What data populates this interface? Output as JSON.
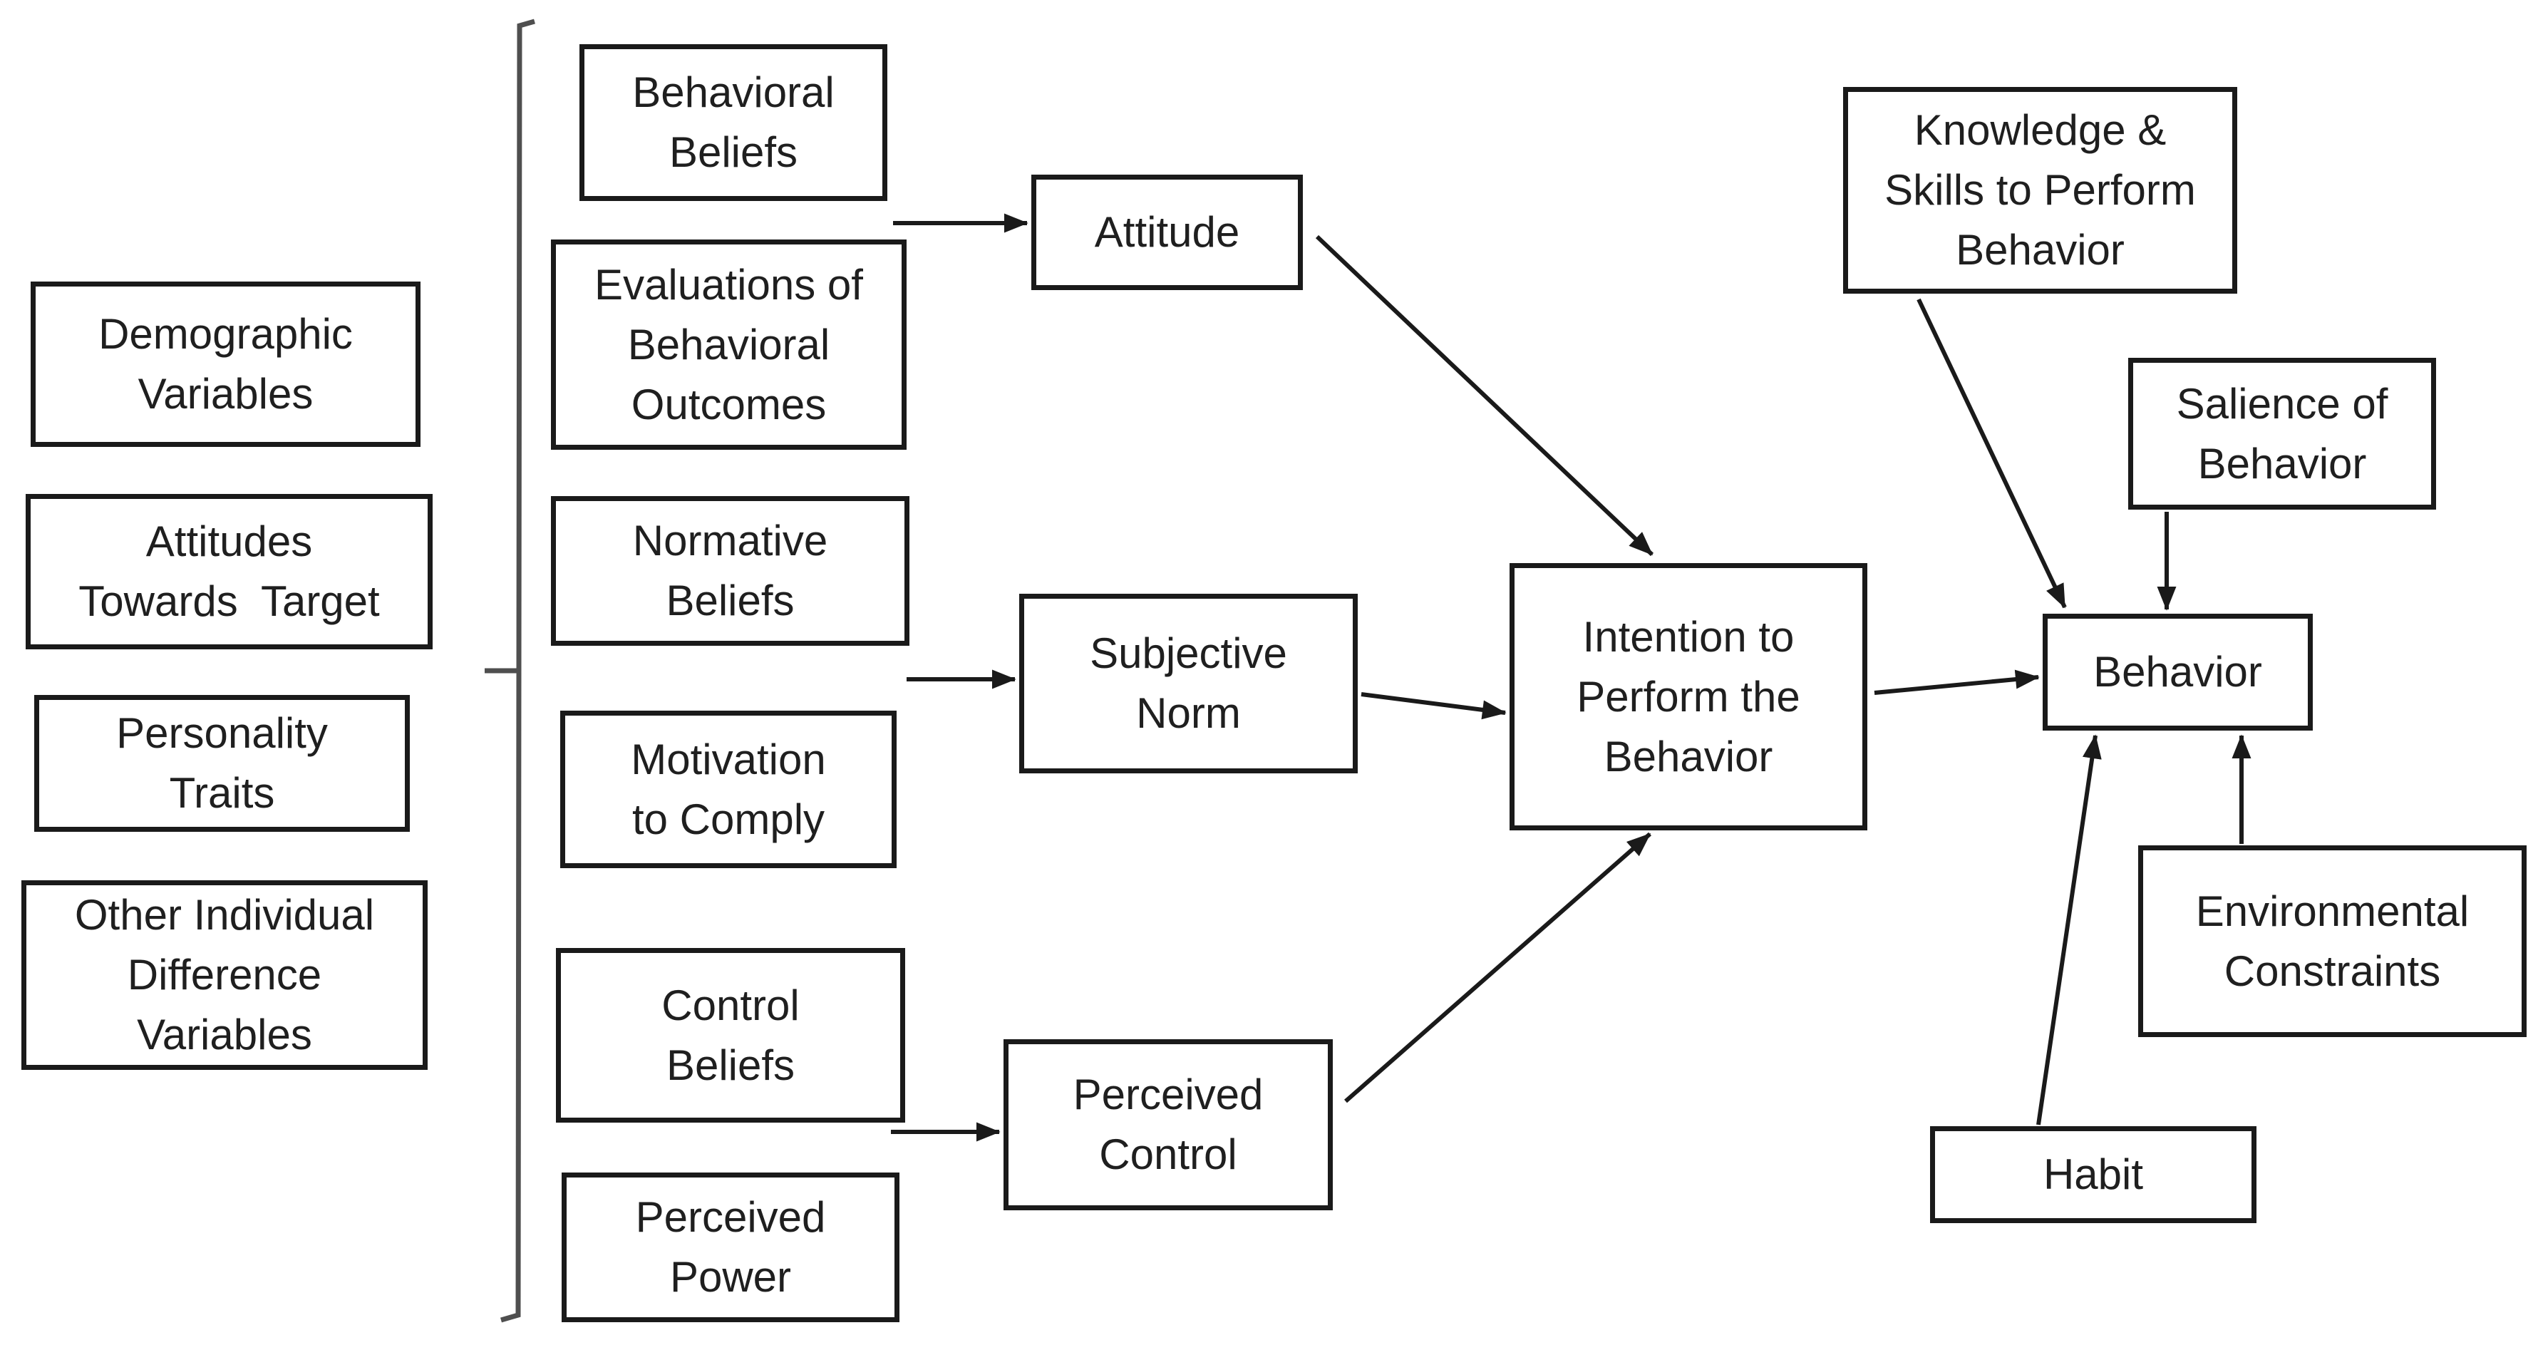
{
  "diagram": {
    "type": "flow-diagram",
    "background_color": "#ffffff",
    "box_border_color": "#1a1a1a",
    "arrow_color": "#1a1a1a",
    "bracket_color": "#4f4f4f",
    "nodes": {
      "demographic_variables": {
        "label": "Demographic\nVariables"
      },
      "attitudes_towards_target": {
        "label": "Attitudes\nTowards  Target"
      },
      "personality_traits": {
        "label": "Personality\nTraits"
      },
      "other_individual_difference_variables": {
        "label": "Other Individual\nDifference\nVariables"
      },
      "behavioral_beliefs": {
        "label": "Behavioral\nBeliefs"
      },
      "evaluations_of_behavioral_outcomes": {
        "label": "Evaluations of\nBehavioral\nOutcomes"
      },
      "normative_beliefs": {
        "label": "Normative\nBeliefs"
      },
      "motivation_to_comply": {
        "label": "Motivation\nto Comply"
      },
      "control_beliefs": {
        "label": "Control\nBeliefs"
      },
      "perceived_power": {
        "label": "Perceived\nPower"
      },
      "attitude": {
        "label": "Attitude"
      },
      "subjective_norm": {
        "label": "Subjective\nNorm"
      },
      "perceived_control": {
        "label": "Perceived\nControl"
      },
      "intention_to_perform_the_behavior": {
        "label": "Intention to\nPerform the\nBehavior"
      },
      "knowledge_and_skills_to_perform_behavior": {
        "label": "Knowledge &\nSkills to Perform\nBehavior"
      },
      "salience_of_behavior": {
        "label": "Salience of\nBehavior"
      },
      "behavior": {
        "label": "Behavior"
      },
      "environmental_constraints": {
        "label": "Environmental\nConstraints"
      },
      "habit": {
        "label": "Habit"
      }
    },
    "edges": [
      {
        "from": "behavioral_beliefs / evaluations_of_behavioral_outcomes",
        "to": "attitude"
      },
      {
        "from": "attitude",
        "to": "intention_to_perform_the_behavior"
      },
      {
        "from": "normative_beliefs / motivation_to_comply",
        "to": "subjective_norm"
      },
      {
        "from": "subjective_norm",
        "to": "intention_to_perform_the_behavior"
      },
      {
        "from": "control_beliefs / perceived_power",
        "to": "perceived_control"
      },
      {
        "from": "perceived_control",
        "to": "intention_to_perform_the_behavior"
      },
      {
        "from": "intention_to_perform_the_behavior",
        "to": "behavior"
      },
      {
        "from": "knowledge_and_skills_to_perform_behavior",
        "to": "behavior"
      },
      {
        "from": "salience_of_behavior",
        "to": "behavior"
      },
      {
        "from": "environmental_constraints",
        "to": "behavior"
      },
      {
        "from": "habit",
        "to": "behavior"
      },
      {
        "from": "demographic_variables / attitudes_towards_target / personality_traits / other_individual_difference_variables",
        "to": "belief-structure-bracket"
      }
    ]
  }
}
